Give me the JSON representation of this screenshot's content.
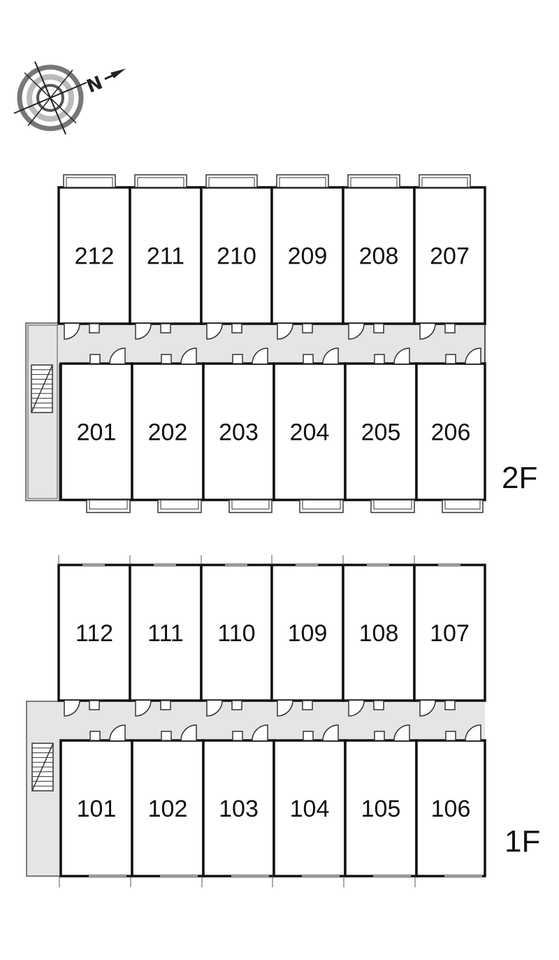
{
  "compass": {
    "north_label": "N"
  },
  "floors": [
    {
      "label": "2F",
      "top_row": [
        "212",
        "211",
        "210",
        "209",
        "208",
        "207"
      ],
      "bottom_row": [
        "201",
        "202",
        "203",
        "204",
        "205",
        "206"
      ]
    },
    {
      "label": "1F",
      "top_row": [
        "112",
        "111",
        "110",
        "109",
        "108",
        "107"
      ],
      "bottom_row": [
        "101",
        "102",
        "103",
        "104",
        "105",
        "106"
      ]
    }
  ],
  "colors": {
    "wall": "#111111",
    "corridor": "#e5e5e5",
    "compass_ring": "#999999"
  }
}
